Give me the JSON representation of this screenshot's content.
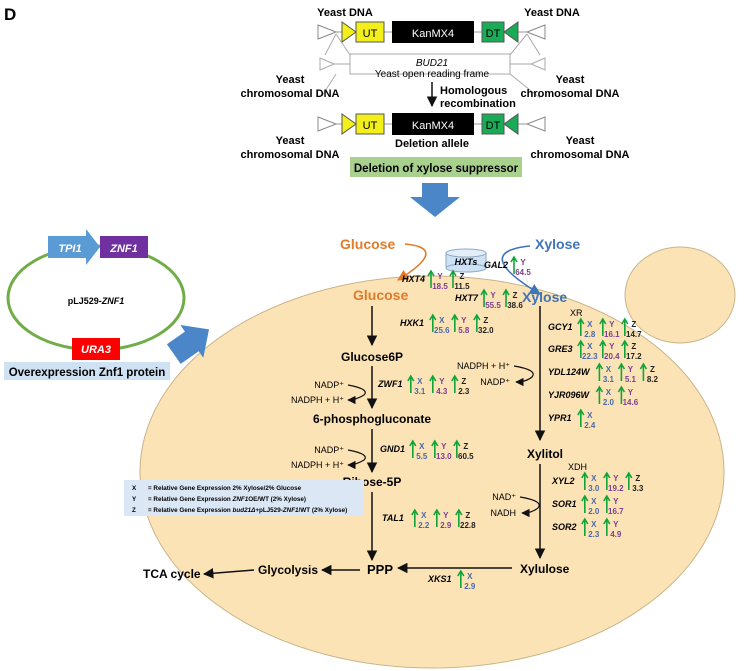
{
  "panel_label": "D",
  "construct": {
    "yeast_dna_left": "Yeast DNA",
    "yeast_dna_right": "Yeast DNA",
    "ut": "UT",
    "kanmx4": "KanMX4",
    "dt": "DT",
    "bud21": "BUD21",
    "orf": "Yeast open reading frame",
    "chrom_left_1": "Yeast",
    "chrom_left_2": "chromosomal DNA",
    "chrom_right_1": "Yeast",
    "chrom_right_2": "chromosomal DNA",
    "homologous_1": "Homologous",
    "homologous_2": "recombination",
    "ut2": "UT",
    "kanmx4_2": "KanMX4",
    "dt2": "DT",
    "deletion_allele": "Deletion allele",
    "chrom_left_3": "Yeast",
    "chrom_left_4": "chromosomal DNA",
    "chrom_right_3": "Yeast",
    "chrom_right_4": "chromosomal DNA",
    "deletion_banner": "Deletion of xylose suppressor"
  },
  "plasmid": {
    "tpi1": "TPI1",
    "znf1": "ZNF1",
    "name_prefix": "pLJ529-",
    "name_gene": "ZNF1",
    "ura3": "URA3",
    "banner": "Overexpression Znf1 protein"
  },
  "legend": {
    "x_key": "X",
    "x_text": "= Relative Gene Expression 2% Xylose/2% Glucose",
    "y_key": "Y",
    "y_pre": "= Relative Gene Expression ",
    "y_gene": "ZNF1",
    "y_post": "OE/WT (2% Xylose)",
    "z_key": "Z",
    "z_pre": "= Relative Gene Expression ",
    "z_gene1": "bud21Δ",
    "z_mid": "+pLJ529-",
    "z_gene2": "ZNF1",
    "z_post": "/WT (2% Xylose)"
  },
  "pathway": {
    "glucose_out": "Glucose",
    "xylose_out": "Xylose",
    "hxts": "HXTs",
    "glucose_in": "Glucose",
    "xylose_in": "Xylose",
    "glucose6p": "Glucose6P",
    "phosphogluconate": "6-phosphogluconate",
    "ribose5p": "Ribose-5P",
    "ppp": "PPP",
    "glycolysis": "Glycolysis",
    "tca": "TCA cycle",
    "xylitol": "Xylitol",
    "xylulose": "Xylulose",
    "xr": "XR",
    "xdh": "XDH",
    "nadph_h": "NADPH + H⁺",
    "nadp": "NADP⁺",
    "nadp_zwf1": "NADP⁺",
    "nadph_zwf1": "NADPH + H⁺",
    "nadp_gnd1": "NADP⁺",
    "nadph_gnd1": "NADPH + H⁺",
    "nad": "NAD⁺",
    "nadh": "NADH"
  },
  "genes": [
    {
      "name": "HXT4",
      "x": "",
      "y": "18.5",
      "z": "11.5"
    },
    {
      "name": "GAL2",
      "x": "",
      "y": "64.5",
      "z": ""
    },
    {
      "name": "HXT7",
      "x": "",
      "y": "55.5",
      "z": "38.6"
    },
    {
      "name": "HXK1",
      "x": "25.6",
      "y": "5.8",
      "z": "32.0"
    },
    {
      "name": "ZWF1",
      "x": "3.1",
      "y": "4.3",
      "z": "2.3"
    },
    {
      "name": "GND1",
      "x": "5.5",
      "y": "13.0",
      "z": "60.5"
    },
    {
      "name": "TAL1",
      "x": "2.2",
      "y": "2.9",
      "z": "22.8"
    },
    {
      "name": "GCY1",
      "x": "2.8",
      "y": "16.1",
      "z": "14.7"
    },
    {
      "name": "GRE3",
      "x": "22.3",
      "y": "20.4",
      "z": "17.2"
    },
    {
      "name": "YDL124W",
      "x": "3.1",
      "y": "5.1",
      "z": "8.2"
    },
    {
      "name": "YJR096W",
      "x": "2.0",
      "y": "14.6",
      "z": ""
    },
    {
      "name": "YPR1",
      "x": "2.4",
      "y": "",
      "z": ""
    },
    {
      "name": "XYL2",
      "x": "3.0",
      "y": "19.2",
      "z": "3.3"
    },
    {
      "name": "SOR1",
      "x": "2.0",
      "y": "16.7",
      "z": ""
    },
    {
      "name": "SOR2",
      "x": "2.3",
      "y": "4.9",
      "z": ""
    },
    {
      "name": "XKS1",
      "x": "2.9",
      "y": "",
      "z": ""
    }
  ],
  "letters": {
    "x": "X",
    "y": "Y",
    "z": "Z"
  },
  "colors": {
    "cell": "#fbe3b6",
    "glucose": "#e07b2a",
    "xylose": "#3f74b8",
    "x_val": "#4a69a8",
    "y_val": "#7a3f8f",
    "z_val": "#222222",
    "up_arrow": "#12a33a",
    "ut": "#f2ef1a",
    "dt": "#1aab56",
    "banner_green": "#a9d18e",
    "banner_blue": "#cfe2f3",
    "big_arrow": "#4a86c8",
    "tpi1": "#5b9bd5",
    "znf1": "#7030a0",
    "ura3": "#ff0000",
    "plasmid_ring": "#70ad47"
  }
}
